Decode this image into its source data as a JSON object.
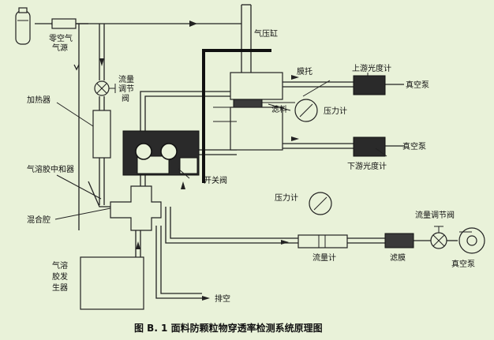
{
  "caption": "图 B. 1   面料防颗粒物穿透率检测系统原理图",
  "labels": {
    "zero_air": [
      "零空气",
      "气源"
    ],
    "cylinder": "气压缸",
    "membrane_holder": "膜托",
    "upstream_photometer": "上游光度计",
    "vacuum_pump_1": "真空泵",
    "flow_valve_top": [
      "流量",
      "调节",
      "阀"
    ],
    "filter_material": "滤料",
    "pressure_gauge_1": "压力计",
    "heater": "加热器",
    "vacuum_pump_2": "真空泵",
    "downstream_photometer": "下游光度计",
    "switch_valve": "开关阀",
    "aerosol_neutralizer": "气溶胶中和器",
    "pressure_gauge_2": "压力计",
    "mixing_chamber": "混合腔",
    "flow_valve_bottom": "流量调节阀",
    "flowmeter": "流量计",
    "filter_membrane": "滤膜",
    "vacuum_pump_3": "真空泵",
    "aerosol_generator": [
      "气溶",
      "胶发",
      "生器"
    ],
    "exhaust": "排空"
  },
  "colors": {
    "background": "#e9f2d9",
    "line": "#222222",
    "dark_fill": "#2a2a2a"
  }
}
